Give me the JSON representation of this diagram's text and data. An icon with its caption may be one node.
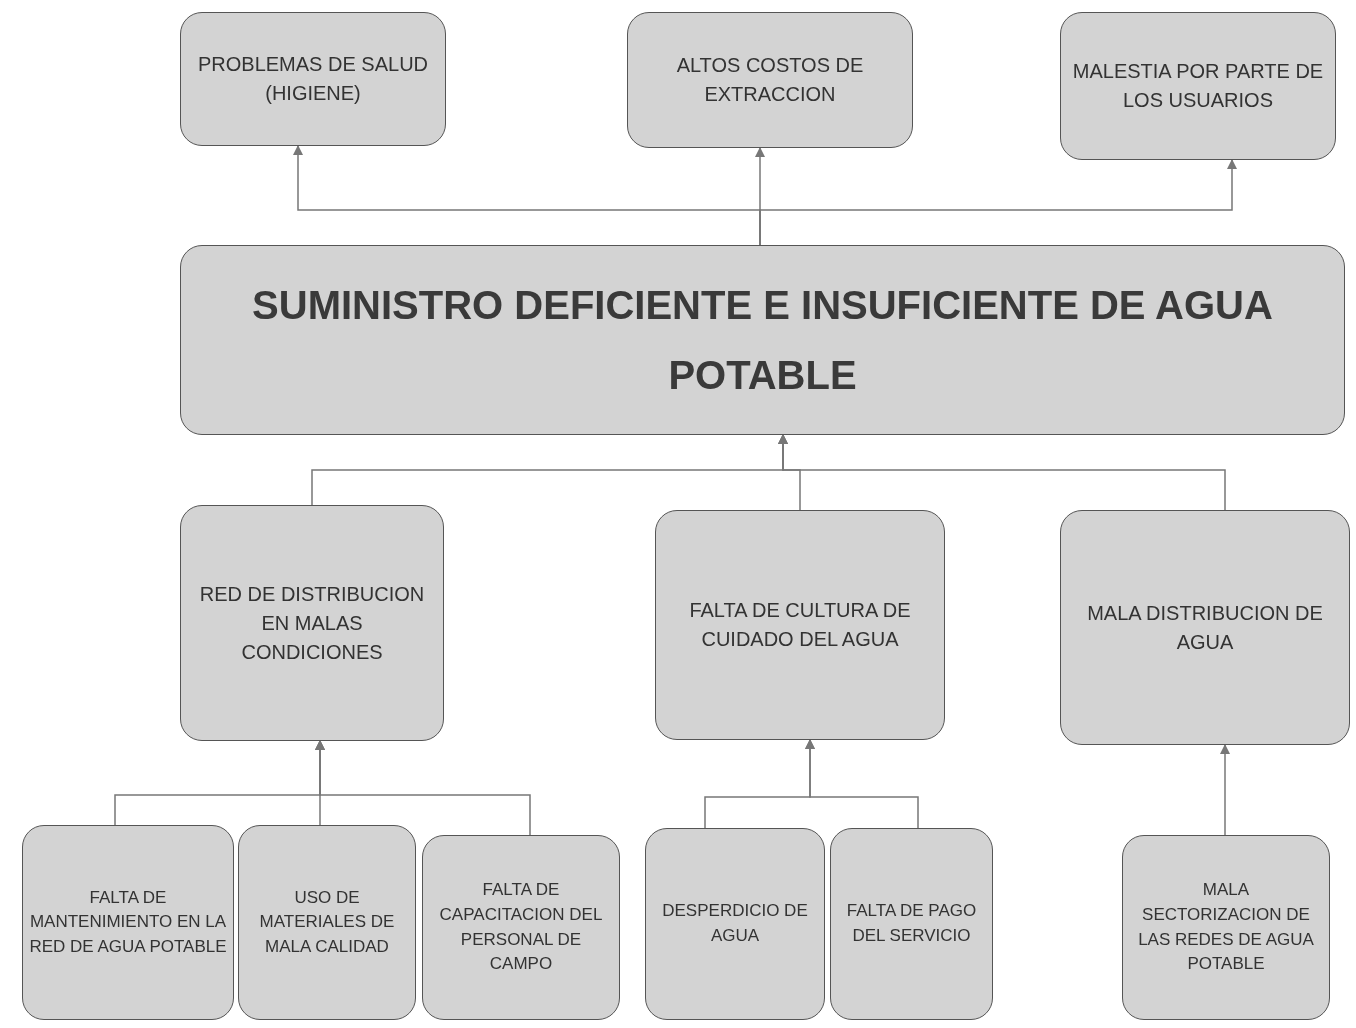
{
  "diagram": {
    "nodes": [
      {
        "text": [
          "PROBLEMAS DE SALUD (HIGIENE)"
        ]
      },
      {
        "text": [
          "ALTOS COSTOS DE EXTRACCION"
        ]
      },
      {
        "text": [
          "MALESTIA POR PARTE DE LOS USUARIOS"
        ]
      },
      {
        "text": [
          "SUMINISTRO DEFICIENTE E INSUFICIENTE DE AGUA POTABLE"
        ]
      },
      {
        "text": [
          "RED DE DISTRIBUCION EN MALAS CONDICIONES"
        ]
      },
      {
        "text": [
          "FALTA DE CULTURA DE CUIDADO DEL AGUA"
        ]
      },
      {
        "text": [
          "MALA DISTRIBUCION DE AGUA"
        ]
      },
      {
        "text": [
          "FALTA DE MANTENIMIENTO EN LA RED DE AGUA POTABLE"
        ]
      },
      {
        "text": [
          "USO DE MATERIALES DE MALA CALIDAD"
        ]
      },
      {
        "text": [
          "FALTA DE CAPACITACION DEL PERSONAL DE CAMPO"
        ]
      },
      {
        "text": [
          "DESPERDICIO DE AGUA"
        ]
      },
      {
        "text": [
          "FALTA DE PAGO DEL SERVICIO"
        ]
      },
      {
        "text": [
          "MALA SECTORIZACION DE LAS REDES DE AGUA POTABLE"
        ]
      }
    ],
    "edges": [
      {
        "from": 3,
        "to": 0,
        "arrow": "to"
      },
      {
        "from": 3,
        "to": 1,
        "arrow": "to"
      },
      {
        "from": 3,
        "to": 2,
        "arrow": "to"
      },
      {
        "from": 4,
        "to": 3,
        "arrow": "to"
      },
      {
        "from": 5,
        "to": 3,
        "arrow": "to"
      },
      {
        "from": 6,
        "to": 3,
        "arrow": "to"
      },
      {
        "from": 7,
        "to": 4,
        "arrow": "to"
      },
      {
        "from": 8,
        "to": 4,
        "arrow": "to"
      },
      {
        "from": 9,
        "to": 4,
        "arrow": "to"
      },
      {
        "from": 10,
        "to": 5,
        "arrow": "to"
      },
      {
        "from": 11,
        "to": 5,
        "arrow": "to"
      },
      {
        "from": 12,
        "to": 6,
        "arrow": "to"
      }
    ]
  }
}
